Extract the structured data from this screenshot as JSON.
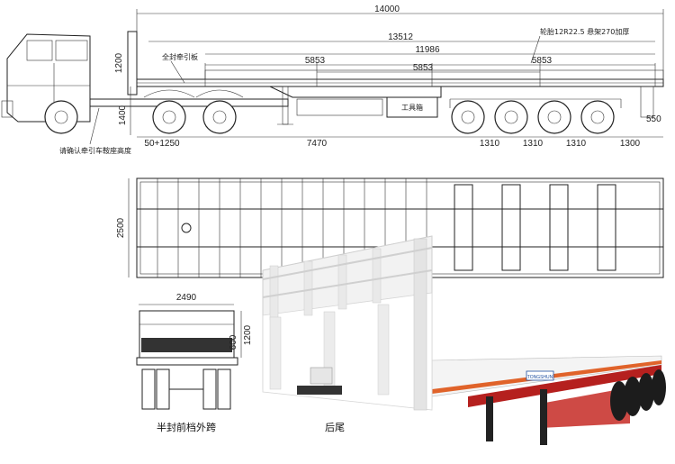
{
  "side_view": {
    "dimensions": {
      "overall_length": "14000",
      "trailer_length": "13512",
      "platform_length": "11986",
      "spacing_a": "5853",
      "spacing_b": "5853",
      "spacing_c": "5853",
      "front_wall_height": "1200",
      "deck_height": "1400",
      "front_offset": "50+1250",
      "kingpin_to_axle": "7470",
      "axle_spacing_1": "1310",
      "axle_spacing_2": "1310",
      "axle_spacing_3": "1310",
      "rear_overhang": "1300",
      "rear_height": "550"
    },
    "notes": {
      "kingpin_plate": "全封牵引板",
      "tire_spec": "轮胎12R22.5 悬架270加厚",
      "toolbox": "工具箱",
      "bottom_note": "请确认牵引车鞍座高度"
    }
  },
  "top_view": {
    "width_dim": "2500"
  },
  "front_view": {
    "width_dim": "2490",
    "height_dim_1": "600",
    "height_dim_2": "1200",
    "caption": "半封前档外跨"
  },
  "photo": {
    "caption": "后尾",
    "brand_plate": "TONGSHUN",
    "colors": {
      "frame_white": "#f2f2f2",
      "chassis_red": "#b5201e",
      "stripe": "#e0632a"
    }
  }
}
